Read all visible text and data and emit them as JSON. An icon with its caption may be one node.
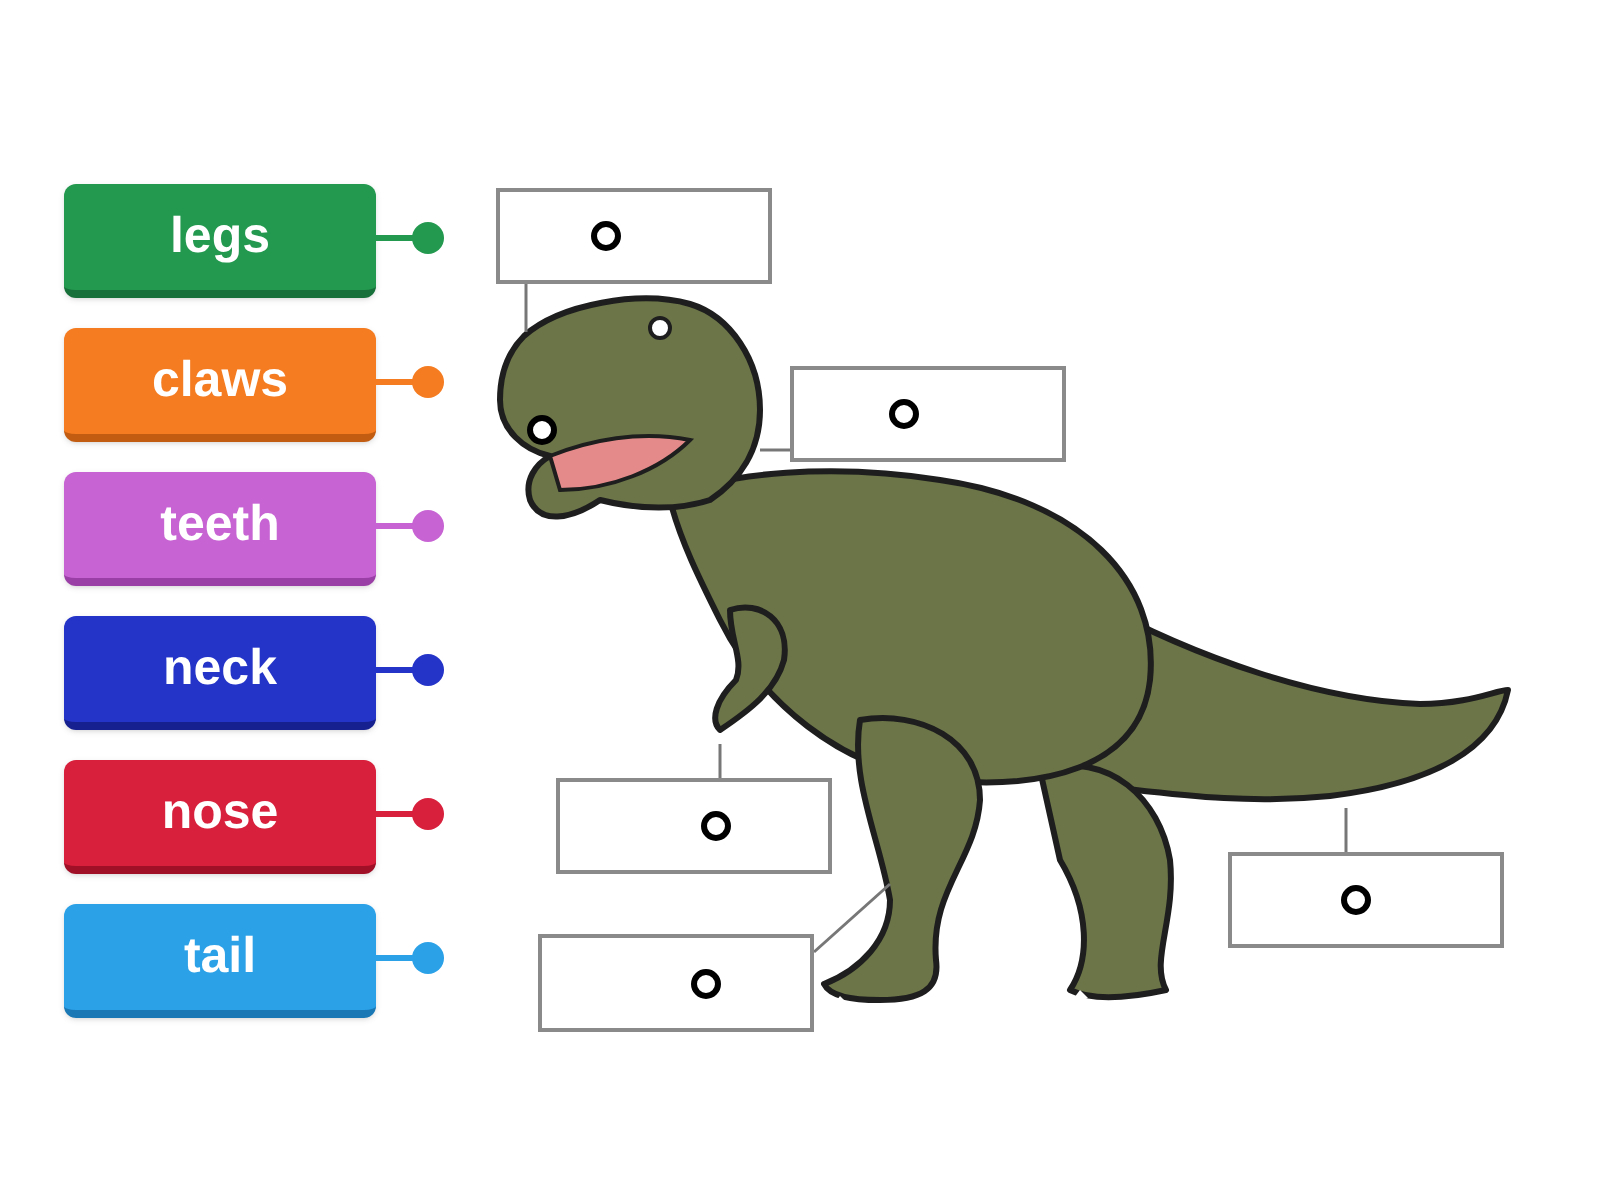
{
  "diagram": {
    "nodes": [
      {
        "text": [
          "legs"
        ]
      },
      {
        "text": [
          "claws"
        ]
      },
      {
        "text": [
          "teeth"
        ]
      },
      {
        "text": [
          "neck"
        ]
      },
      {
        "text": [
          "nose"
        ]
      },
      {
        "text": [
          "tail"
        ]
      },
      {
        "text": [],
        "shape": "box"
      },
      {
        "text": [],
        "shape": "box"
      },
      {
        "text": [],
        "shape": "box"
      },
      {
        "text": [],
        "shape": "box"
      },
      {
        "text": [],
        "shape": "box"
      }
    ],
    "edges": [
      {
        "from": 6,
        "to": null,
        "arrow": "none"
      },
      {
        "from": 7,
        "to": null,
        "arrow": "none"
      },
      {
        "from": 8,
        "to": null,
        "arrow": "none"
      },
      {
        "from": 9,
        "to": null,
        "arrow": "none"
      },
      {
        "from": 10,
        "to": null,
        "arrow": "none"
      }
    ]
  }
}
